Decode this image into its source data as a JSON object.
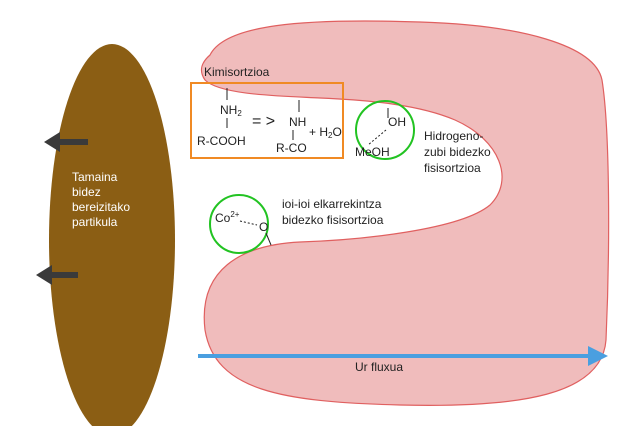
{
  "labels": {
    "chemisorption": "Kimisortzioa",
    "hydrogen_bond_line1": "Hidrogeno-",
    "hydrogen_bond_line2": "zubi bidezko",
    "hydrogen_bond_line3": "fisisortzioa",
    "ionic_line1": "ioi-ioi elkarrekintza",
    "ionic_line2": "bidezko fisisortzioa",
    "particle_line1": "Tamaina",
    "particle_line2": "bidez",
    "particle_line3": "bereizitako",
    "particle_line4": "partikula",
    "flow": "Ur fluxua"
  },
  "chem": {
    "nh2": "NH",
    "nh2_sub": "2",
    "equals_arrow": "= >",
    "nh": "NH",
    "plus_water": "+ H",
    "water_sub": "2",
    "water_o": "O",
    "rcooh": "R-COOH",
    "rco": "R-CO",
    "oh": "OH",
    "meoh": "MeOH",
    "cobalt": "Co",
    "cobalt_charge": "2+",
    "oxygen_ion": "O"
  },
  "colors": {
    "particle": "#8B5E14",
    "blob_fill": "#F0BCBC",
    "blob_stroke": "#E06060",
    "chem_box": "#F08A24",
    "circles": "#22C322",
    "flow_arrow": "#4A9FE0",
    "small_arrows": "#3A3A3A"
  }
}
